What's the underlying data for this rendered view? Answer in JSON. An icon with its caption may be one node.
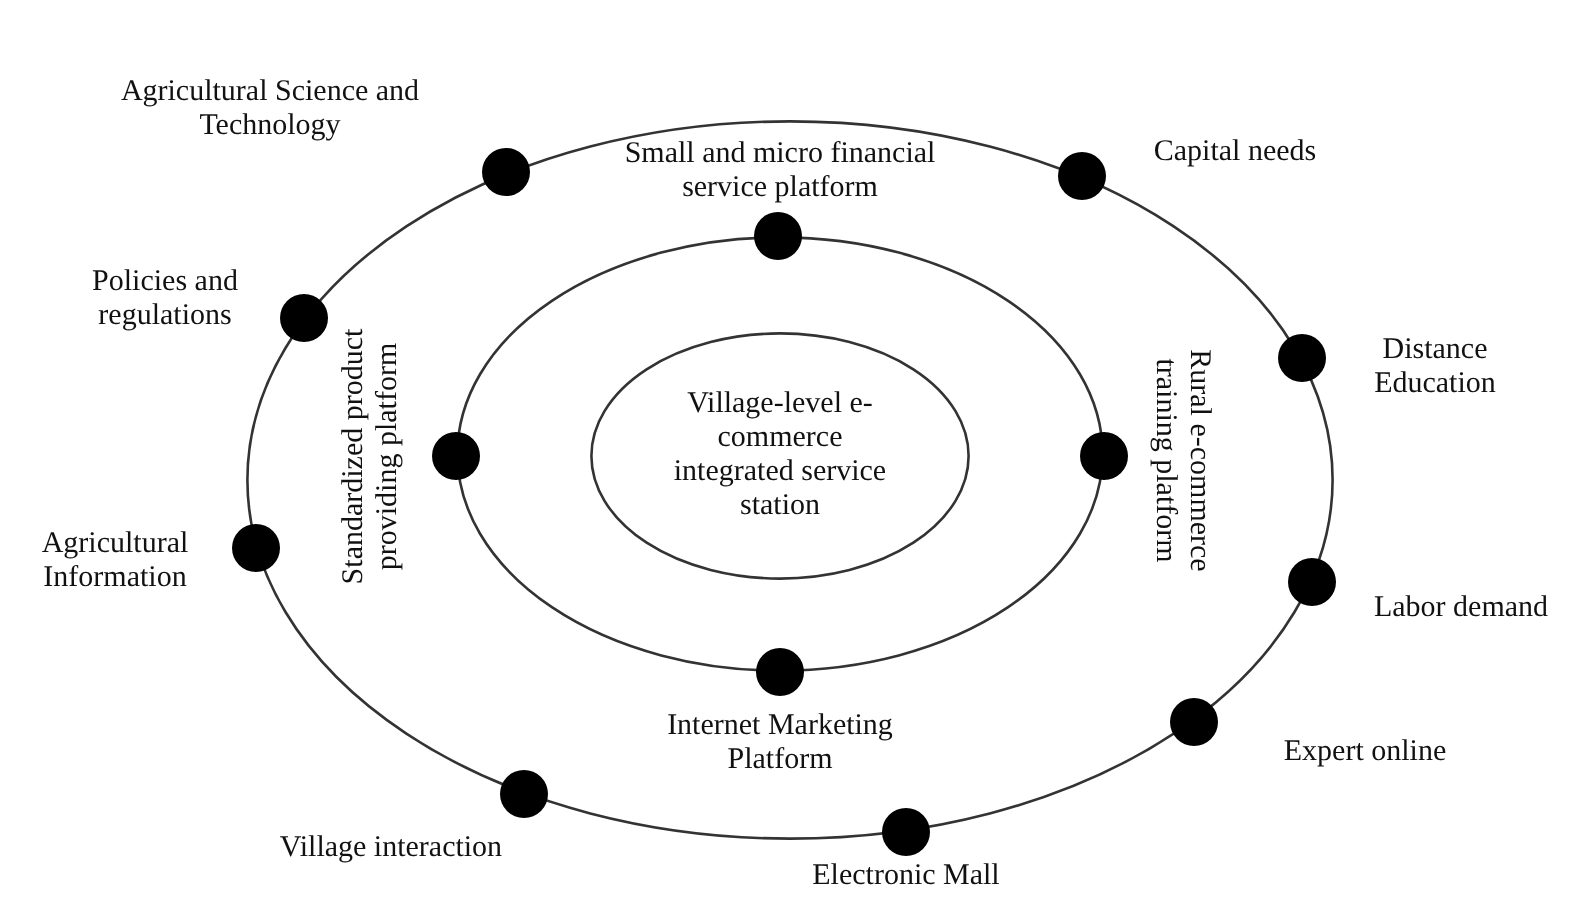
{
  "diagram": {
    "nodes": [
      {
        "text": [],
        "shape": "ellipse"
      },
      {
        "text": [],
        "shape": "ellipse",
        "in": 0
      },
      {
        "text": [
          "Village-level e-commerce integrated service station"
        ],
        "in": 1
      },
      {
        "text": [
          "Agricultural Science and Technology"
        ]
      },
      {
        "text": [
          "Policies and regulations"
        ]
      },
      {
        "text": [
          "Agricultural Information"
        ]
      },
      {
        "text": [
          "Village interaction"
        ]
      },
      {
        "text": [
          "Electronic Mall"
        ]
      },
      {
        "text": [
          "Expert online"
        ]
      },
      {
        "text": [
          "Labor demand"
        ]
      },
      {
        "text": [
          "Distance Education"
        ]
      },
      {
        "text": [
          "Capital needs"
        ]
      },
      {
        "text": [
          "Small and micro financial service platform"
        ],
        "in": 0
      },
      {
        "text": [
          "Standardized product providing platform"
        ],
        "in": 0
      },
      {
        "text": [
          "Rural e-commerce training platform"
        ],
        "in": 0
      },
      {
        "text": [
          "Internet Marketing Platform"
        ],
        "in": 0
      }
    ],
    "edges": []
  }
}
